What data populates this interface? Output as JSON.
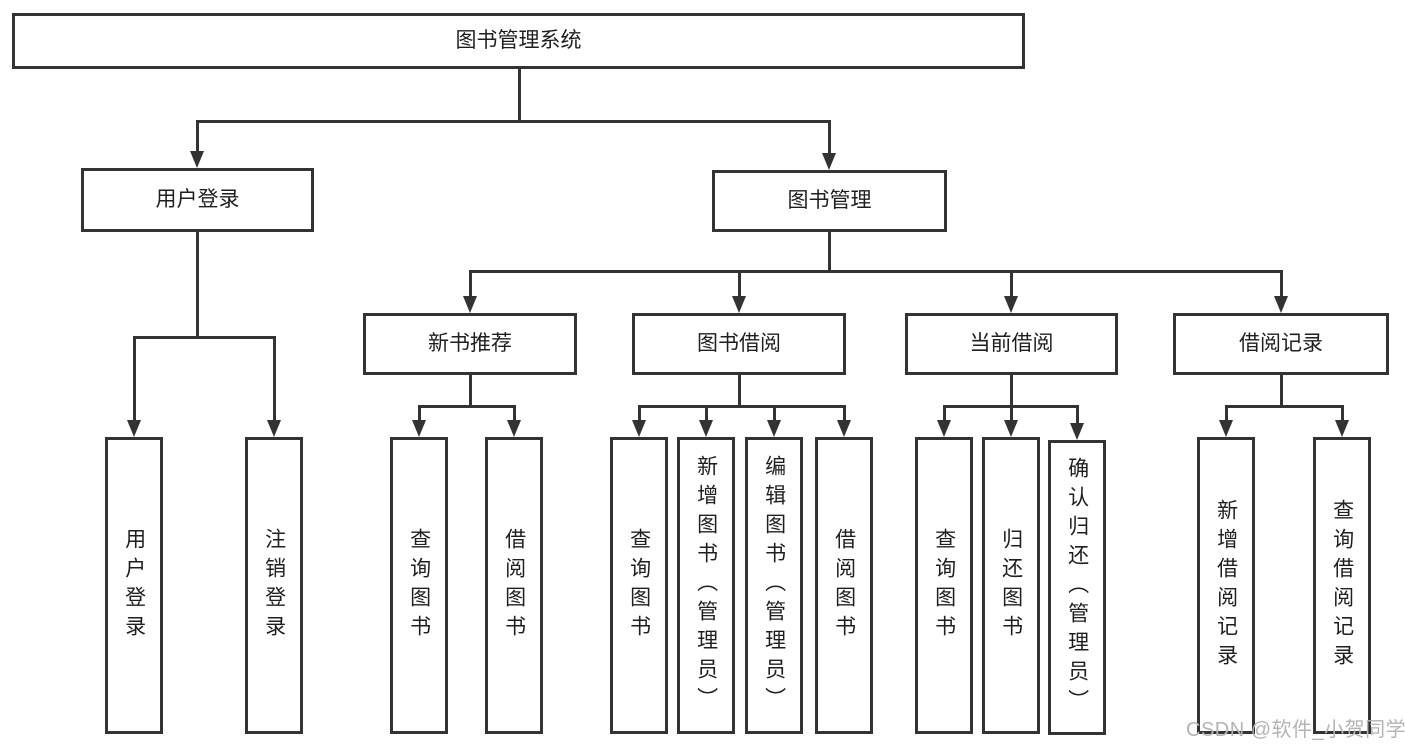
{
  "diagram": {
    "root": {
      "label": "图书管理系统"
    },
    "branches": [
      {
        "label": "用户登录",
        "children": [
          {
            "label": "用户登录"
          },
          {
            "label": "注销登录"
          }
        ]
      },
      {
        "label": "图书管理",
        "children": [
          {
            "label": "新书推荐",
            "children": [
              {
                "label": "查询图书"
              },
              {
                "label": "借阅图书"
              }
            ]
          },
          {
            "label": "图书借阅",
            "children": [
              {
                "label": "查询图书"
              },
              {
                "label": "新增图书（管理员）"
              },
              {
                "label": "编辑图书（管理员）"
              },
              {
                "label": "借阅图书"
              }
            ]
          },
          {
            "label": "当前借阅",
            "children": [
              {
                "label": "查询图书"
              },
              {
                "label": "归还图书"
              },
              {
                "label": "确认归还（管理员）"
              }
            ]
          },
          {
            "label": "借阅记录",
            "children": [
              {
                "label": "新增借阅记录"
              },
              {
                "label": "查询借阅记录"
              }
            ]
          }
        ]
      }
    ]
  },
  "watermark": {
    "text": "CSDN @软件_小贺同学"
  },
  "colors": {
    "line": "#333333",
    "ink": "#1f1f1f",
    "watermark": "#b4b4b4",
    "background": "#ffffff"
  }
}
